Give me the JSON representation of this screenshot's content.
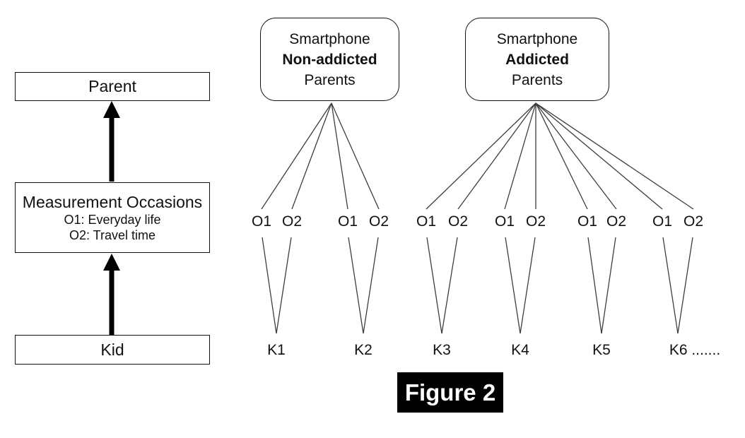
{
  "caption": "Figure 2",
  "left_panel": {
    "parent_label": "Parent",
    "measurement_title": "Measurement Occasions",
    "measurement_sub1": "O1: Everyday life",
    "measurement_sub2": "O2: Travel time",
    "kid_label": "Kid"
  },
  "groups": [
    {
      "line1": "Smartphone",
      "line2": "Non-addicted",
      "line3": "Parents"
    },
    {
      "line1": "Smartphone",
      "line2": "Addicted",
      "line3": "Parents"
    }
  ],
  "occasions": [
    "O1",
    "O2",
    "O1",
    "O2",
    "O1",
    "O2",
    "O1",
    "O2",
    "O1",
    "O2",
    "O1",
    "O2"
  ],
  "kids": [
    "K1",
    "K2",
    "K3",
    "K4",
    "K5",
    "K6 ......."
  ],
  "colors": {
    "line": "#3d3d3d",
    "box_border": "#111111",
    "caption_bg": "#000000",
    "caption_text": "#ffffff"
  }
}
